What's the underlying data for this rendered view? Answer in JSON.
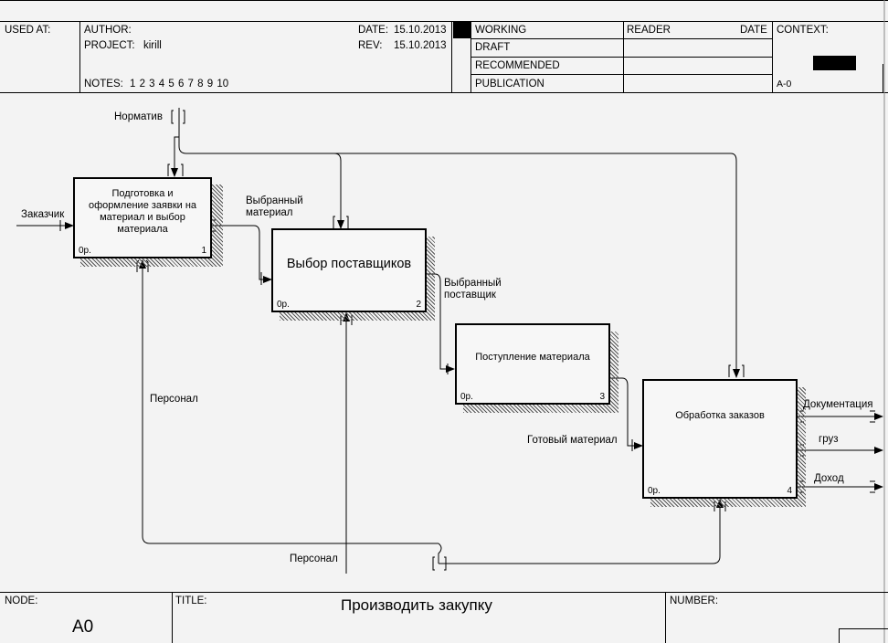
{
  "header": {
    "used_at_label": "USED AT:",
    "author_label": "AUTHOR:",
    "project_label": "PROJECT:",
    "project_value": "kirill",
    "notes_label": "NOTES:",
    "notes_value": "1  2  3  4  5  6  7  8  9  10",
    "date_label": "DATE:",
    "date_value": "15.10.2013",
    "rev_label": "REV:",
    "rev_value": "15.10.2013",
    "status": [
      "WORKING",
      "DRAFT",
      "RECOMMENDED",
      "PUBLICATION"
    ],
    "reader_label": "READER",
    "reader_date_label": "DATE",
    "context_label": "CONTEXT:",
    "context_node": "A-0"
  },
  "boxes": [
    {
      "label": "Подготовка и оформление заявки на материал и выбор материала",
      "op": "0р.",
      "number": "1"
    },
    {
      "label": "Выбор поставщиков",
      "op": "0р.",
      "number": "2"
    },
    {
      "label": "Поступление материала",
      "op": "0р.",
      "number": "3"
    },
    {
      "label": "Обработка заказов",
      "op": "0р.",
      "number": "4"
    }
  ],
  "arrows": {
    "normativ": "Норматив",
    "zakazchik": "Заказчик",
    "vybrannyi_material": "Выбранный материал",
    "vybrannyi_postavshchik": "Выбранный поставщик",
    "personal_left": "Персонал",
    "personal_bottom": "Персонал",
    "gotovyi_material": "Готовый материал",
    "dokumentatsiya": "Документация",
    "gruz": "груз",
    "dokhod": "Доход"
  },
  "footer": {
    "node_label": "NODE:",
    "node_value": "A0",
    "title_label": "TITLE:",
    "title_value": "Производить закупку",
    "number_label": "NUMBER:"
  }
}
